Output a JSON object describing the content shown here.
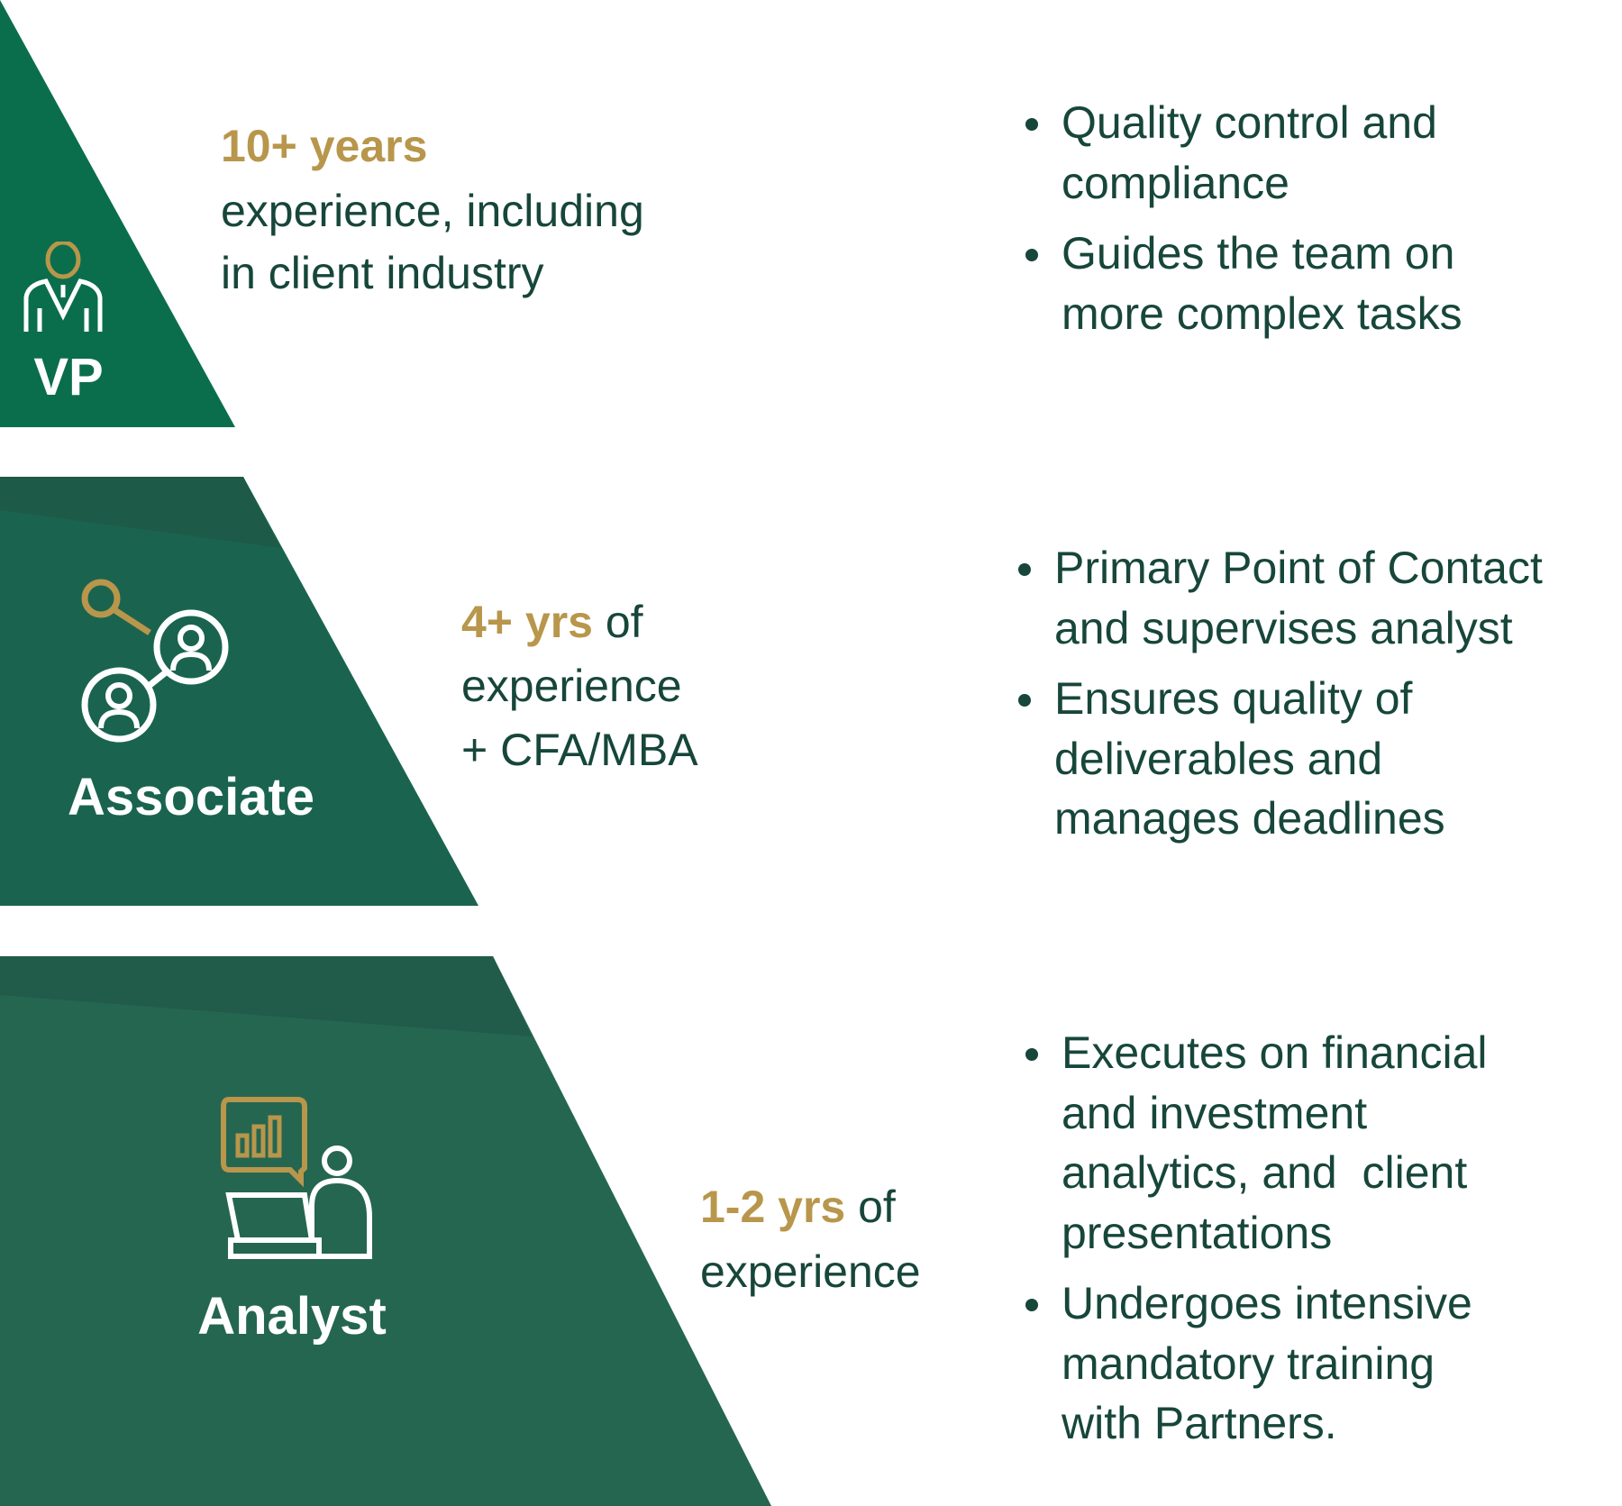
{
  "colors": {
    "vp": "#0a6e4c",
    "associate": "#1a644f",
    "analyst": "#256651",
    "gold": "#b8964b",
    "text": "#17463a"
  },
  "tiers": [
    {
      "label": "VP",
      "icon": "executive-person-icon",
      "highlight": "10+ years",
      "rest_lines": [
        "experience, including",
        "in client industry"
      ],
      "bullets": [
        "Quality control and\ncompliance",
        "Guides the team on\nmore complex tasks"
      ]
    },
    {
      "label": "Associate",
      "icon": "network-people-search-icon",
      "highlight": "4+ yrs",
      "rest_first": " of",
      "rest_lines": [
        "experience",
        "+ CFA/MBA"
      ],
      "bullets": [
        "Primary Point of Contact\nand supervises analyst",
        "Ensures quality of\ndeliverables and\nmanages deadlines"
      ]
    },
    {
      "label": "Analyst",
      "icon": "analyst-laptop-chart-icon",
      "highlight": "1-2 yrs",
      "rest_first": " of",
      "rest_lines": [
        "experience"
      ],
      "bullets": [
        "Executes on financial\nand investment\nanalytics, and  client\npresentations",
        "Undergoes intensive\nmandatory training\nwith Partners."
      ]
    }
  ]
}
